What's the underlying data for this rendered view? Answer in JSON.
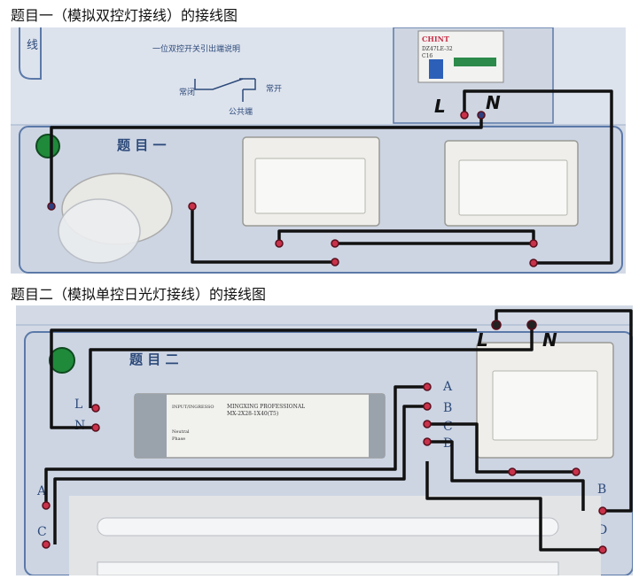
{
  "captions": {
    "q1": "题目一（模拟双控灯接线）的接线图",
    "q2": "题目二（模拟单控日光灯接线）的接线图"
  },
  "panel1": {
    "side_label": "线",
    "diagram_title": "一位双控开关引出端说明",
    "normally_closed": "常闭",
    "normally_open": "常开",
    "common": "公共端",
    "breaker_brand": "CHINT",
    "breaker_model": "DZ47LE-32",
    "breaker_rating": "C16",
    "terminal_L": "L",
    "terminal_N": "N",
    "board_title": "题 目 一"
  },
  "panel2": {
    "board_title": "题 目 二",
    "terminal_L": "L",
    "terminal_N": "N",
    "switch_L": "L",
    "switch_N": "N",
    "label_A": "A",
    "label_B": "B",
    "label_C": "C",
    "label_D": "D",
    "right_A": "A",
    "right_B": "B",
    "right_C": "C",
    "right_D": "D",
    "ballast_brand": "MINGXING PROFESSIONAL",
    "ballast_model": "MX-2X28-1X40(T5)",
    "ballast_input": "INPUT/INGRESSO",
    "ballast_label_nutr": "Neutral",
    "ballast_label_phase": "Phase"
  },
  "colors": {
    "panel_bg": "#d6dde8",
    "wire": "#111111",
    "terminal": "#c8324a",
    "indicator": "#1f8a3a",
    "frame_blue": "#5b79a8"
  }
}
